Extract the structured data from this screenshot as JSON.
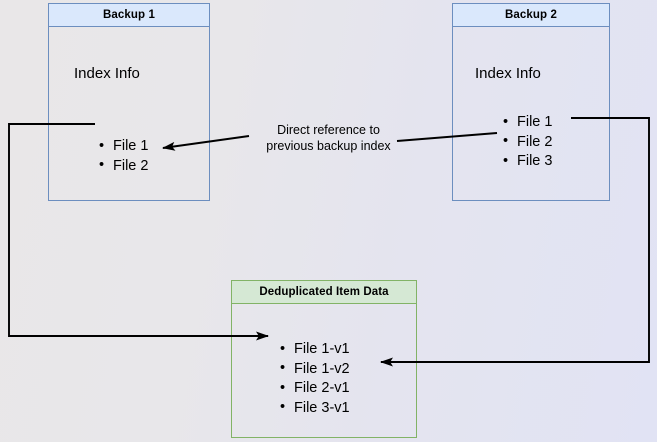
{
  "diagram": {
    "title_visible": false,
    "background": {
      "gradient_from": "#e9e7e8",
      "gradient_to": "#e1e3f4"
    },
    "colors": {
      "blue_border": "#6c8ebf",
      "blue_header_fill": "#dae8fc",
      "green_border": "#82b366",
      "green_header_fill": "#d5e8d4",
      "connector": "#000000",
      "text": "#000000"
    }
  },
  "backup1": {
    "header": "Backup 1",
    "section_label": "Index Info",
    "items": [
      {
        "label": "File 1"
      },
      {
        "label": "File 2"
      }
    ]
  },
  "backup2": {
    "header": "Backup 2",
    "section_label": "Index Info",
    "items": [
      {
        "label": "File 1"
      },
      {
        "label": "File 2"
      },
      {
        "label": "File 3"
      }
    ]
  },
  "dedup": {
    "header": "Deduplicated Item Data",
    "items": [
      {
        "label": "File 1-v1"
      },
      {
        "label": "File 1-v2"
      },
      {
        "label": "File 2-v1"
      },
      {
        "label": "File 3-v1"
      }
    ]
  },
  "caption": {
    "text": "Direct reference to\nprevious backup index"
  },
  "connectors": [
    {
      "name": "backup2-index-to-backup1-index",
      "label": "Direct reference to previous backup index"
    },
    {
      "name": "backup1-file1-to-dedup-file1v1",
      "label": ""
    },
    {
      "name": "backup2-file1-to-dedup-file1v2",
      "label": ""
    }
  ]
}
